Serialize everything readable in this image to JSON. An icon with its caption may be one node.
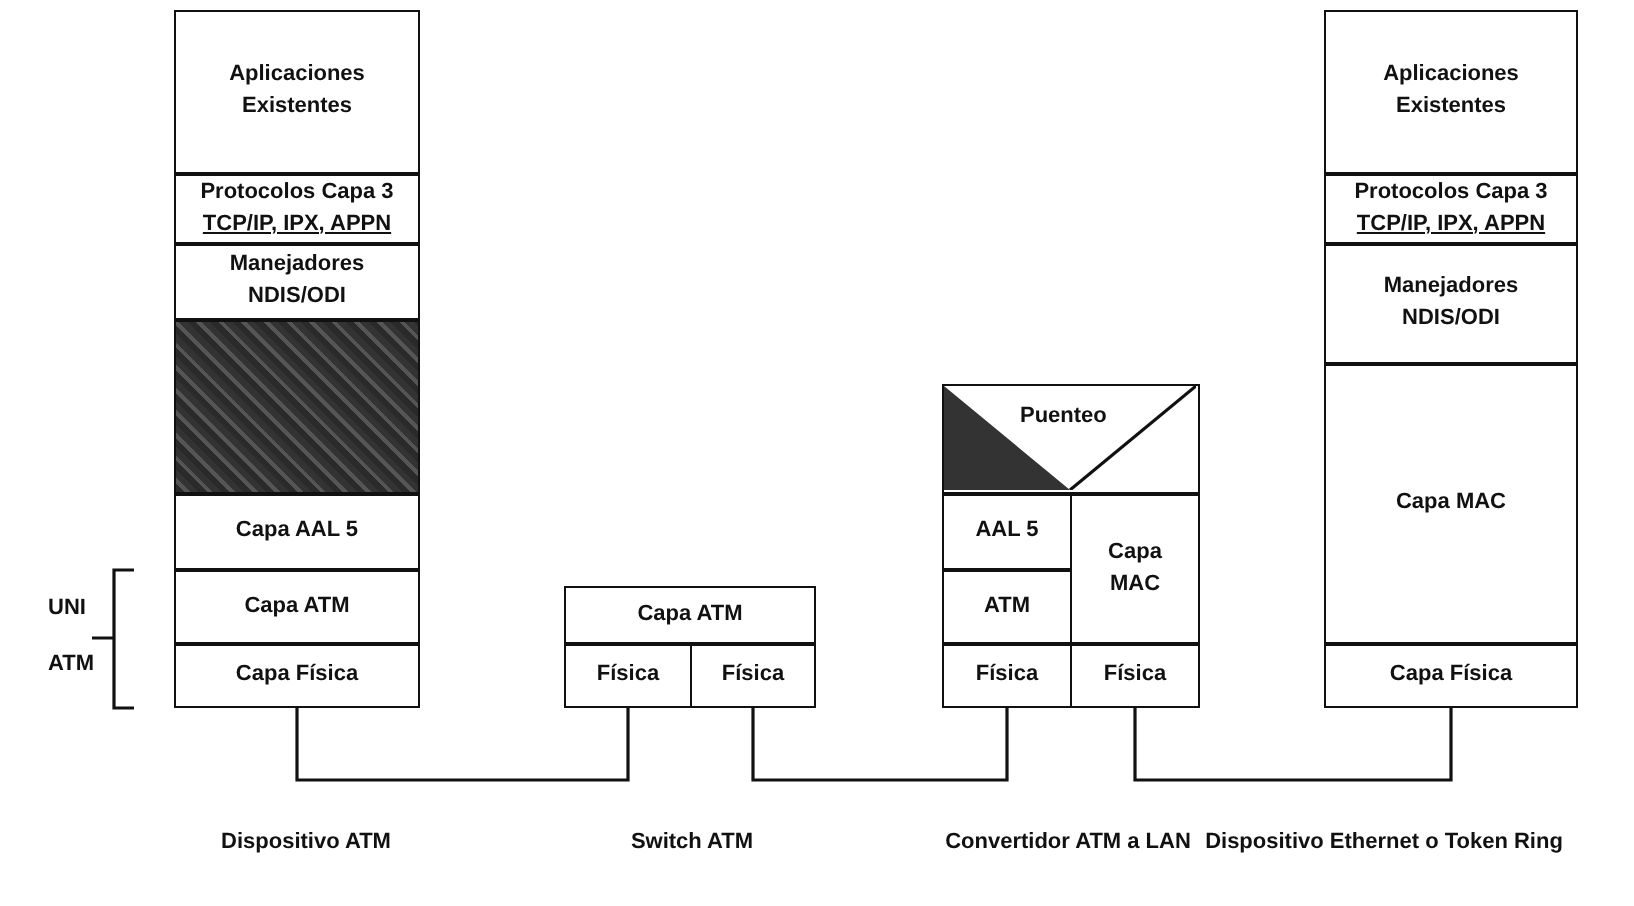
{
  "diagram": {
    "nodes": [
      {
        "text": [
          "Aplicaciones Existentes"
        ]
      },
      {
        "text": [
          "Protocolos Capa 3",
          "TCP/IP, IPX, APPN"
        ]
      },
      {
        "text": [
          "Manejadores NDIS/ODI"
        ]
      },
      {
        "text": [],
        "shape": "box"
      },
      {
        "text": [
          "Capa AAL 5"
        ]
      },
      {
        "text": [
          "Capa ATM"
        ]
      },
      {
        "text": [
          "Capa Física"
        ]
      },
      {
        "text": [
          "Capa ATM"
        ]
      },
      {
        "text": [
          "Física"
        ]
      },
      {
        "text": [
          "Física"
        ]
      },
      {
        "text": [
          "Puenteo"
        ]
      },
      {
        "text": [
          "AAL 5"
        ]
      },
      {
        "text": [
          "Capa MAC"
        ]
      },
      {
        "text": [
          "ATM"
        ]
      },
      {
        "text": [
          "Física"
        ]
      },
      {
        "text": [
          "Física"
        ]
      },
      {
        "text": [
          "Aplicaciones Existentes"
        ]
      },
      {
        "text": [
          "Protocolos Capa 3",
          "TCP/IP, IPX, APPN"
        ]
      },
      {
        "text": [
          "Manejadores NDIS/ODI"
        ]
      },
      {
        "text": [
          "Capa MAC"
        ]
      },
      {
        "text": [
          "Capa Física"
        ]
      }
    ],
    "edges": [
      {
        "from": 6,
        "to": 8,
        "arrow": "none"
      },
      {
        "from": 9,
        "to": 14,
        "arrow": "none"
      },
      {
        "from": 15,
        "to": 20,
        "arrow": "none"
      }
    ],
    "labels": [
      "UNI",
      "ATM",
      "Dispositivo ATM",
      "Switch ATM",
      "Convertidor ATM a LAN",
      "Dispositivo Ethernet o Token Ring"
    ]
  }
}
